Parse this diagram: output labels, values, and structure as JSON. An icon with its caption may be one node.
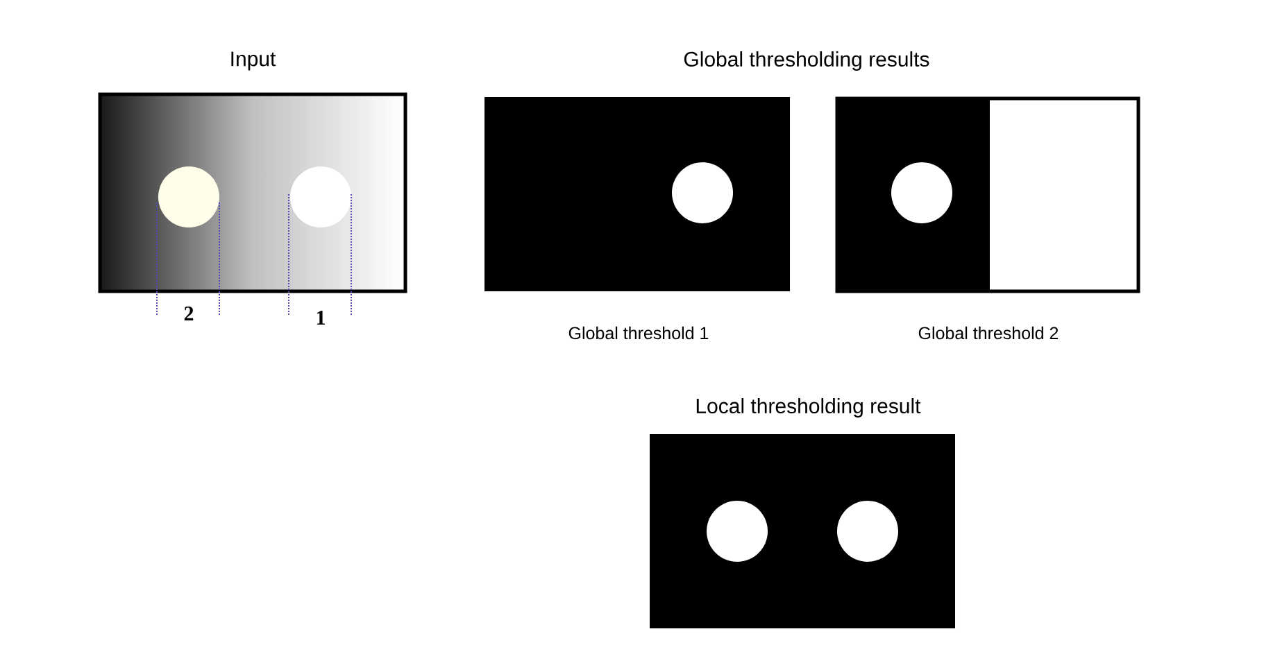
{
  "diagram": {
    "labels": [
      "Input",
      "Global thresholding results",
      "2",
      "1",
      "Global threshold 1",
      "Global threshold 2",
      "Local thresholding result"
    ]
  }
}
